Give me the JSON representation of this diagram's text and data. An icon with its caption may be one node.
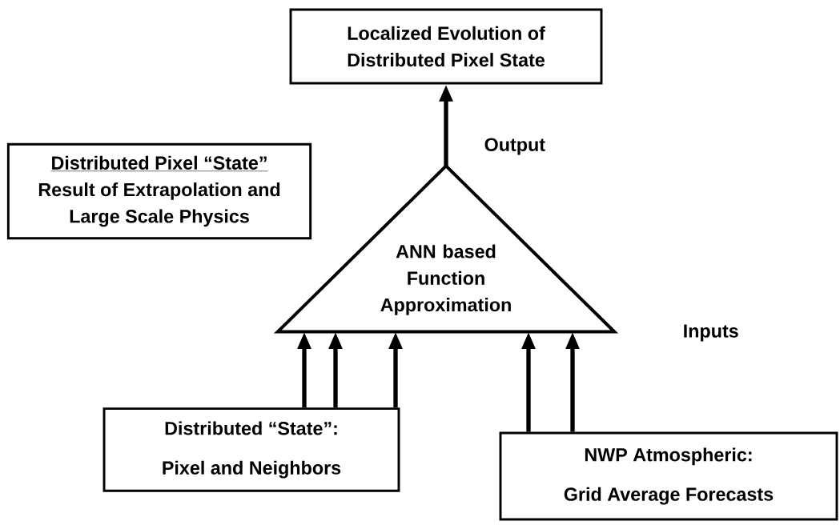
{
  "diagram": {
    "nodes": [
      {
        "text": [
          "Localized Evolution of Distributed Pixel State"
        ]
      },
      {
        "text": [
          "Distributed Pixel “State”",
          "Result of Extrapolation and Large Scale Physics"
        ]
      },
      {
        "text": [
          "ANN based Function Approximation"
        ]
      },
      {
        "text": [
          "Distributed “State”:",
          "Pixel and Neighbors"
        ]
      },
      {
        "text": [
          "NWP Atmospheric:",
          "Grid Average Forecasts"
        ]
      }
    ],
    "edges": [
      {
        "from": 2,
        "to": 0,
        "arrow": "to",
        "label": "Output"
      },
      {
        "from": 3,
        "to": 2,
        "arrow": "to"
      },
      {
        "from": 3,
        "to": 2,
        "arrow": "to"
      },
      {
        "from": 3,
        "to": 2,
        "arrow": "to"
      },
      {
        "from": 4,
        "to": 2,
        "arrow": "to"
      },
      {
        "from": 4,
        "to": 2,
        "arrow": "to"
      }
    ],
    "labels": [
      "Inputs"
    ]
  }
}
